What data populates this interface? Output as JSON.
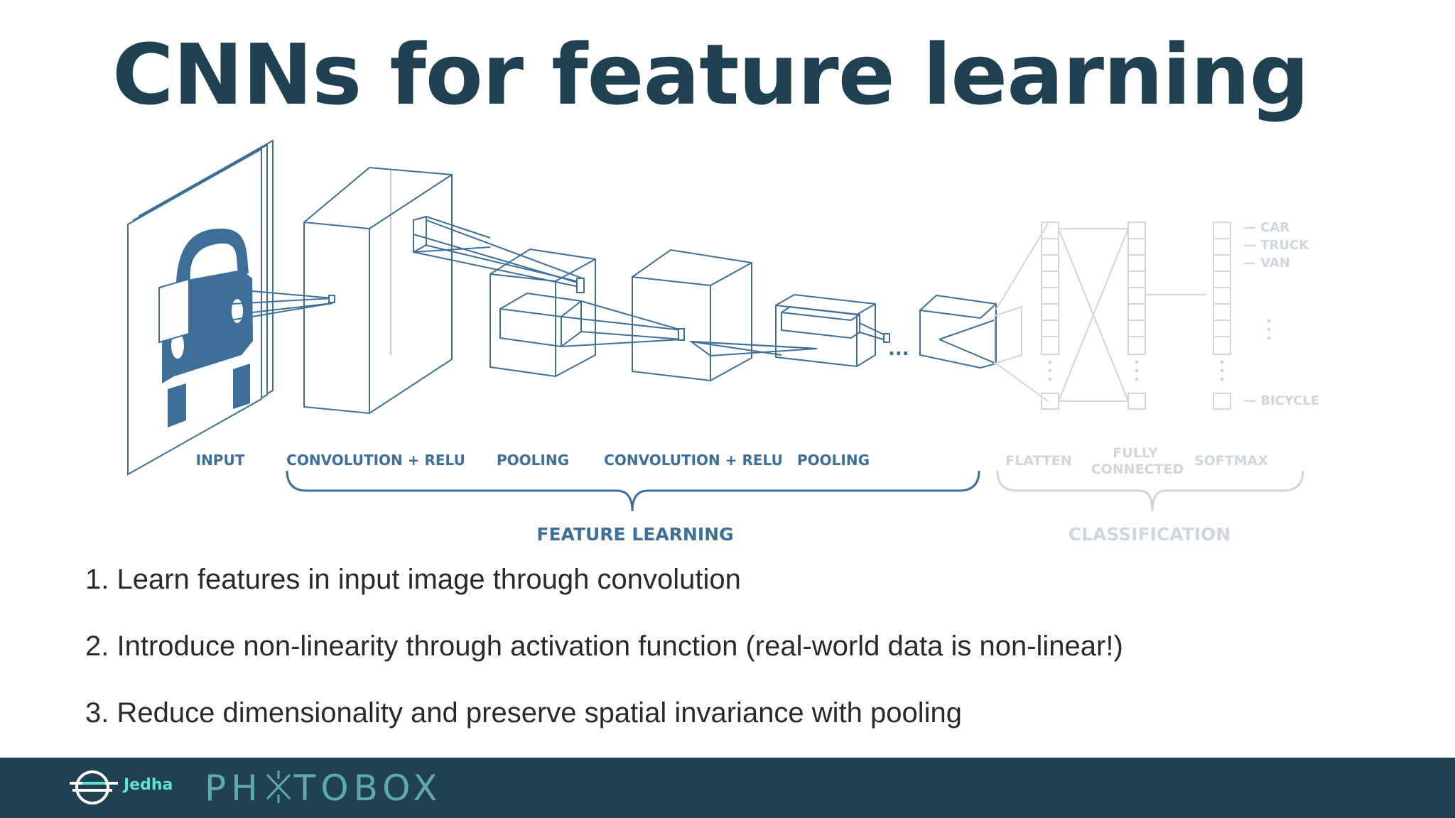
{
  "slide": {
    "title": "CNNs for feature learning"
  },
  "diagram": {
    "stage_labels": {
      "input": "INPUT",
      "conv1": "CONVOLUTION + RELU",
      "pool1": "POOLING",
      "conv2": "CONVOLUTION + RELU",
      "pool2": "POOLING",
      "ellipsis": "...",
      "flatten": "FLATTEN",
      "fully_connected_line1": "FULLY",
      "fully_connected_line2": "CONNECTED",
      "softmax": "SOFTMAX"
    },
    "group_labels": {
      "feature_learning": "FEATURE LEARNING",
      "classification": "CLASSIFICATION"
    },
    "classes": {
      "car": "— CAR",
      "truck": "— TRUCK",
      "van": "— VAN",
      "bicycle": "— BICYCLE"
    },
    "colors": {
      "accent": "#3d6f99",
      "faded": "#cfd6dd",
      "title": "#1f4152"
    }
  },
  "points": [
    "1. Learn features in input image through convolution",
    "2. Introduce non-linearity through activation function (real-world data is non-linear!)",
    "3. Reduce dimensionality and preserve spatial invariance with pooling"
  ],
  "footer": {
    "brand_left": "Jedha",
    "brand_right_a": "PH",
    "brand_right_b": "TOBOX",
    "background": "#1f4152"
  }
}
